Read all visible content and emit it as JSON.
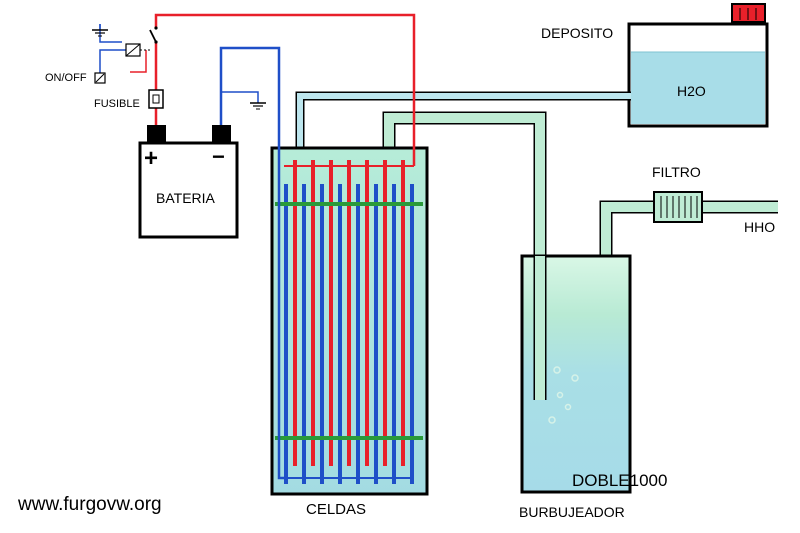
{
  "labels": {
    "deposito": "DEPOSITO",
    "h2o": "H2O",
    "filtro": "FILTRO",
    "hho": "HHO",
    "on_off": "ON/OFF",
    "fusible": "FUSIBLE",
    "bateria": "BATERIA",
    "plus": "+",
    "minus": "−",
    "celdas": "CELDAS",
    "burbujeador": "BURBUJEADOR",
    "doble": "DOBLE1000",
    "website": "www.furgovw.org"
  },
  "colors": {
    "positive_wire": "#e8202a",
    "negative_wire": "#1f4fc8",
    "water": "#a8dde8",
    "hose": "#bfecd4",
    "separator": "#2a9a3a",
    "outline": "#000000"
  },
  "icons": {
    "ground": "ground-icon",
    "switch": "switch-icon",
    "fuse": "fuse-icon",
    "battery_terminal": "battery-terminal-icon"
  }
}
